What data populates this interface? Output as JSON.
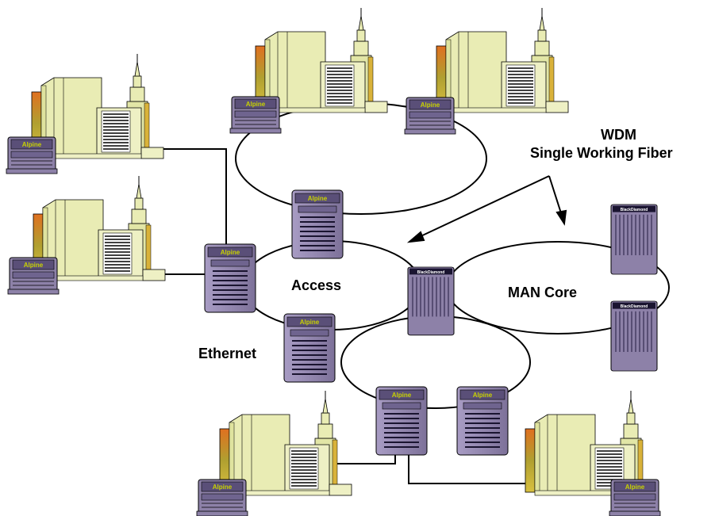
{
  "labels": {
    "wdm": "WDM",
    "fiber": "Single Working Fiber",
    "access": "Access",
    "man_core": "MAN Core",
    "ethernet": "Ethernet"
  },
  "brands": {
    "alpine": "Alpine",
    "blackdiamond": "BlackDiamond"
  },
  "colors": {
    "switch_purple": "#8d81a8",
    "switch_dark": "#1a1430",
    "alpine_text": "#c8d200",
    "building_light": "#e9ecb4",
    "building_mid": "#dfe39e",
    "building_accent": "#d9b23a",
    "line": "#000000"
  }
}
